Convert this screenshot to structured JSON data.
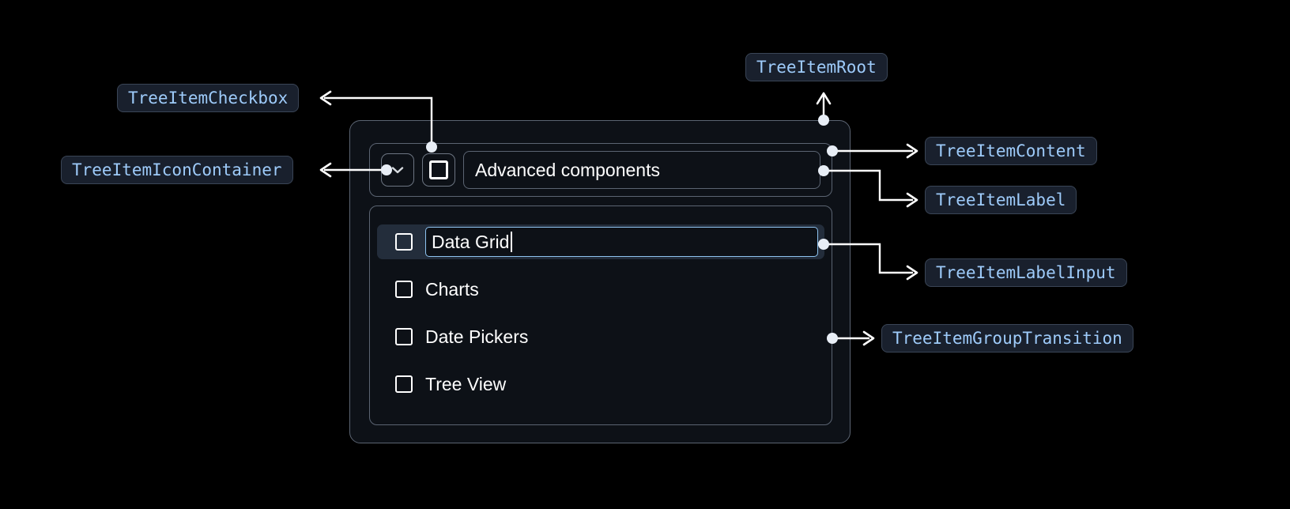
{
  "widget": {
    "icon_container": {
      "icon": "chevron-down-icon"
    },
    "checkbox": {
      "icon": "checkbox-unchecked-icon",
      "checked": false
    },
    "root_label": "Advanced components",
    "children": [
      {
        "label": "Data Grid",
        "checked": false,
        "editing": true
      },
      {
        "label": "Charts",
        "checked": false,
        "editing": false
      },
      {
        "label": "Date Pickers",
        "checked": false,
        "editing": false
      },
      {
        "label": "Tree View",
        "checked": false,
        "editing": false
      }
    ]
  },
  "annotations": [
    {
      "id": "tree-item-checkbox",
      "text": "TreeItemCheckbox"
    },
    {
      "id": "tree-item-icon-container",
      "text": "TreeItemIconContainer"
    },
    {
      "id": "tree-item-root",
      "text": "TreeItemRoot"
    },
    {
      "id": "tree-item-content",
      "text": "TreeItemContent"
    },
    {
      "id": "tree-item-label",
      "text": "TreeItemLabel"
    },
    {
      "id": "tree-item-label-input",
      "text": "TreeItemLabelInput"
    },
    {
      "id": "tree-item-group-transition",
      "text": "TreeItemGroupTransition"
    }
  ],
  "colors": {
    "background": "#000000",
    "chip_bg": "#19202d",
    "chip_border": "#3a4556",
    "chip_text": "#9ecbfa",
    "card_bg": "#0d1117",
    "card_border": "#5b6472",
    "selected_row_bg": "#232d3b",
    "input_border": "#8ec3f0",
    "connector": "#ffffff",
    "text": "#ffffff"
  }
}
